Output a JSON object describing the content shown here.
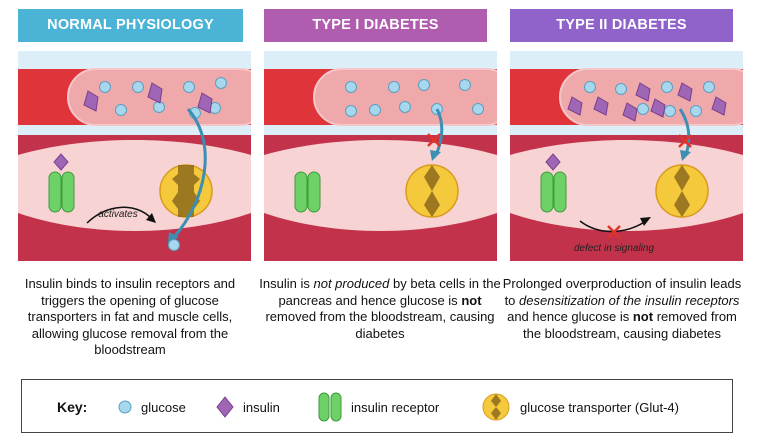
{
  "panels": [
    {
      "title": "NORMAL PHYSIOLOGY",
      "color": "#4bb4d6",
      "art_label": "activates",
      "caption_parts": [
        {
          "text": "Insulin binds to insulin receptors and triggers the opening of glucose transporters in fat and muscle cells, allowing glucose removal from the bloodstream",
          "style": "normal"
        }
      ]
    },
    {
      "title": "TYPE I DIABETES",
      "color": "#b05db0",
      "art_label": "",
      "caption_parts": [
        {
          "text": "Insulin is ",
          "style": "normal"
        },
        {
          "text": "not produced",
          "style": "italic"
        },
        {
          "text": " by beta cells in the pancreas and hence glucose is ",
          "style": "normal"
        },
        {
          "text": "not",
          "style": "bold"
        },
        {
          "text": " removed from the bloodstream, causing diabetes",
          "style": "normal"
        }
      ]
    },
    {
      "title": "TYPE II DIABETES",
      "color": "#8f63c9",
      "art_label": "defect in signaling",
      "caption_parts": [
        {
          "text": "Prolonged overproduction of insulin leads to ",
          "style": "normal"
        },
        {
          "text": "desensitization of the insulin receptors",
          "style": "italic"
        },
        {
          "text": " and hence glucose is ",
          "style": "normal"
        },
        {
          "text": "not",
          "style": "bold"
        },
        {
          "text": " removed from the bloodstream, causing diabetes",
          "style": "normal"
        }
      ]
    }
  ],
  "key": {
    "title": "Key:",
    "items": [
      {
        "label": "glucose",
        "icon": "glucose-icon"
      },
      {
        "label": "insulin",
        "icon": "insulin-icon"
      },
      {
        "label": "insulin receptor",
        "icon": "insulin-receptor-icon"
      },
      {
        "label": "glucose transporter (Glut-4)",
        "icon": "glucose-transporter-icon"
      }
    ]
  },
  "colors": {
    "blood": "#e0343b",
    "vessel": "#f0a9ab",
    "cell_pink": "#f7d3d4",
    "tissue": "#c2334b",
    "glucose": "#a7d7ec",
    "insulin": "#a066b6",
    "receptor": "#6ed167",
    "transporter": "#f5c93c",
    "arrow": "#3a8fb2",
    "block": "#e0342a"
  }
}
